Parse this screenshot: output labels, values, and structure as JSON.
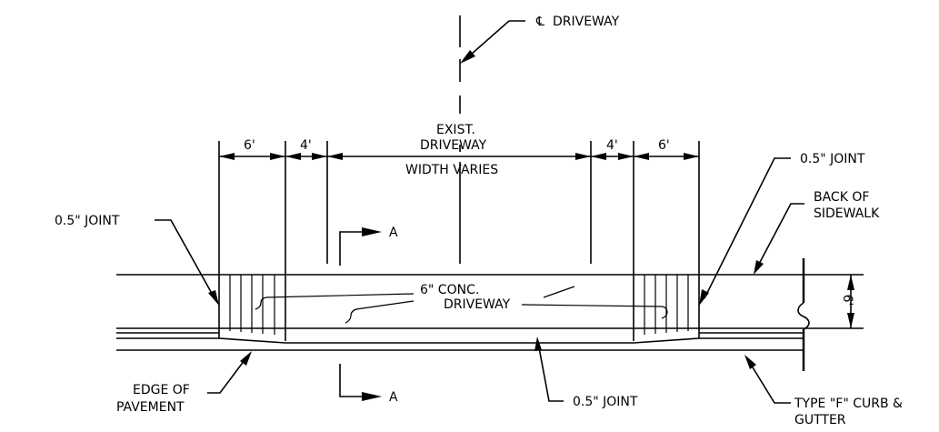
{
  "labels": {
    "centerline_symbol": "℄",
    "centerline": "DRIVEWAY",
    "dim_6_left": "6'",
    "dim_4_left": "4'",
    "dim_4_right": "4'",
    "dim_6_right": "6'",
    "exist_line1": "EXIST.",
    "exist_line2": "DRIVEWAY",
    "width_varies": "WIDTH VARIES",
    "joint_left": "0.5\" JOINT",
    "joint_right": "0.5\" JOINT",
    "joint_bottom": "0.5\" JOINT",
    "back_sidewalk_1": "BACK OF",
    "back_sidewalk_2": "SIDEWALK",
    "section_top": "A",
    "section_bottom": "A",
    "conc_line1": "6\" CONC.",
    "conc_line2": "DRIVEWAY",
    "dim_6_side": "6'",
    "edge_pavement_1": "EDGE OF",
    "edge_pavement_2": "PAVEMENT",
    "curb_gutter_1": "TYPE \"F\" CURB &",
    "curb_gutter_2": "GUTTER"
  }
}
